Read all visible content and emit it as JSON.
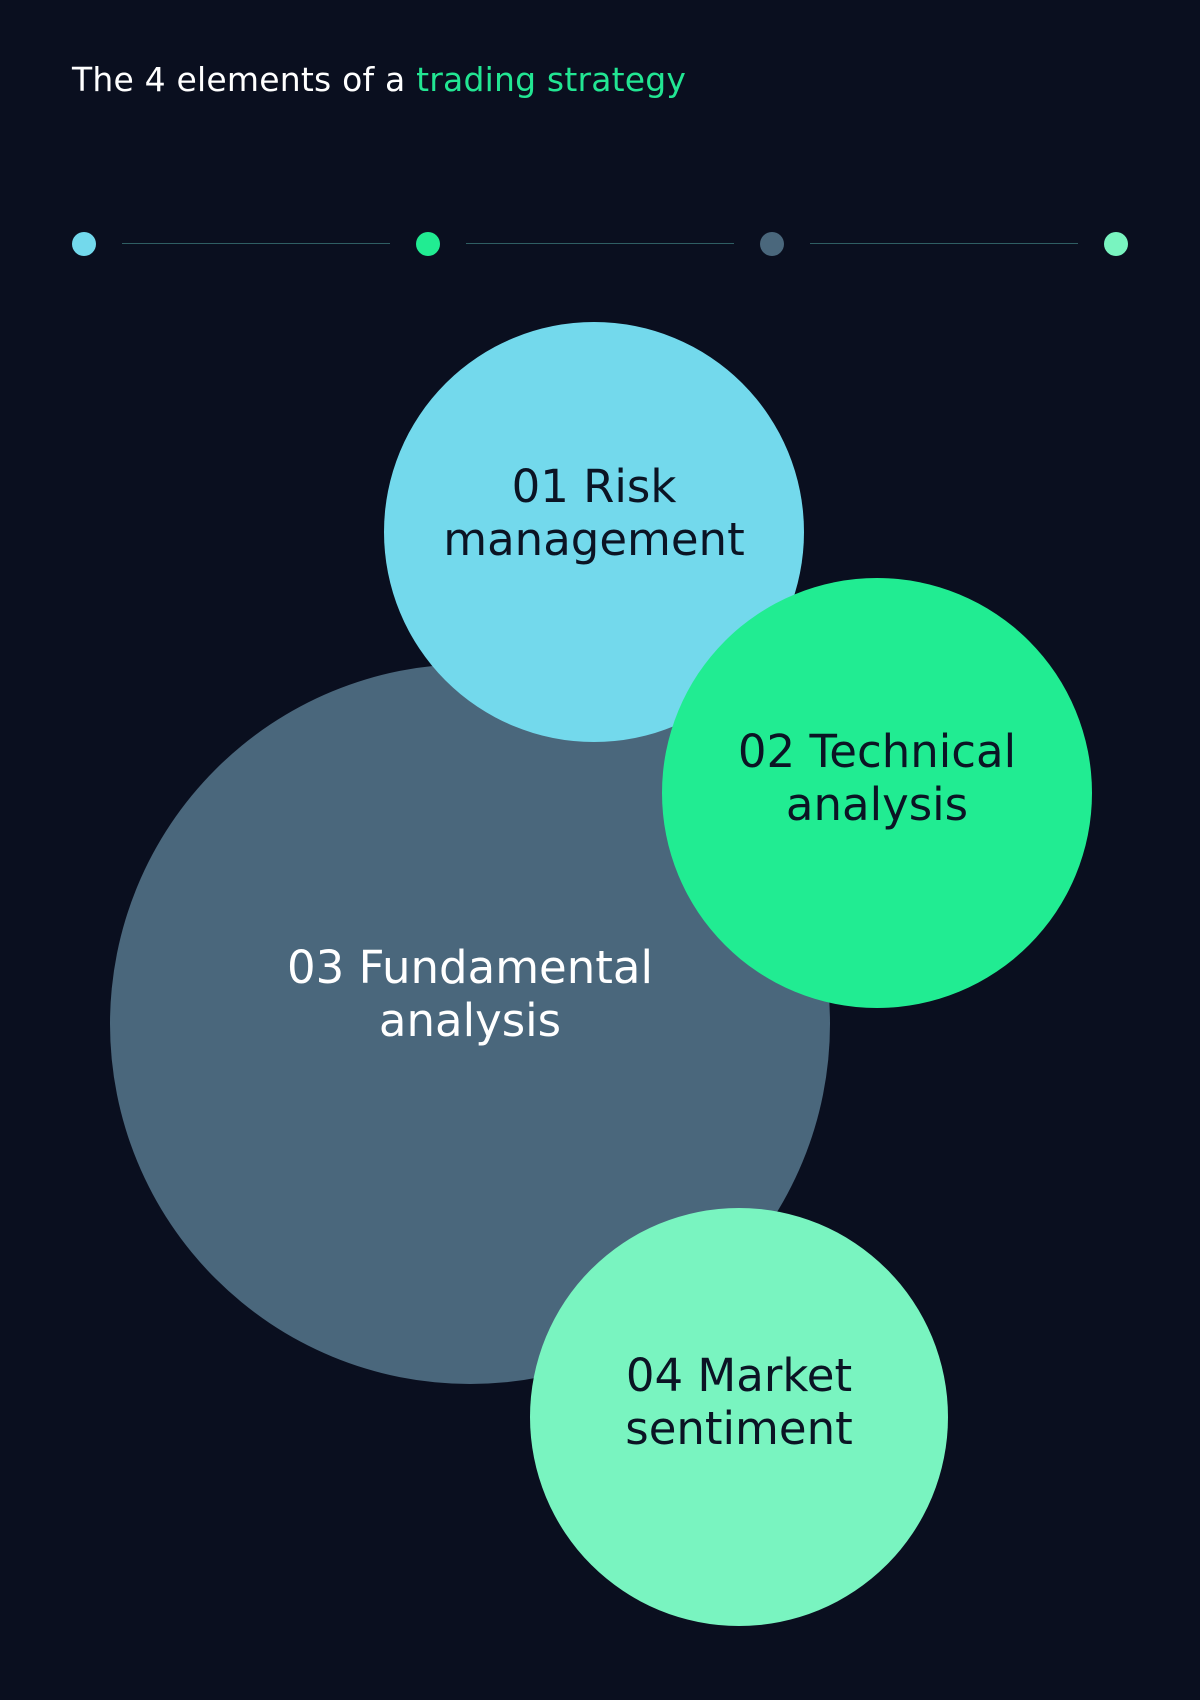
{
  "header": {
    "title_prefix": "The 4 elements of a ",
    "title_highlight": "trading strategy"
  },
  "colors": {
    "background": "#0a0f1f",
    "highlight": "#22e693",
    "risk": "#73d9ec",
    "technical": "#21ec92",
    "fundamental": "#4a677c",
    "sentiment": "#79f4c0",
    "connector": "#2f5e63"
  },
  "elements": [
    {
      "label": "01 Risk\nmanagement"
    },
    {
      "label": "02 Technical\nanalysis"
    },
    {
      "label": "03 Fundamental\nanalysis"
    },
    {
      "label": "04 Market\nsentiment"
    }
  ]
}
